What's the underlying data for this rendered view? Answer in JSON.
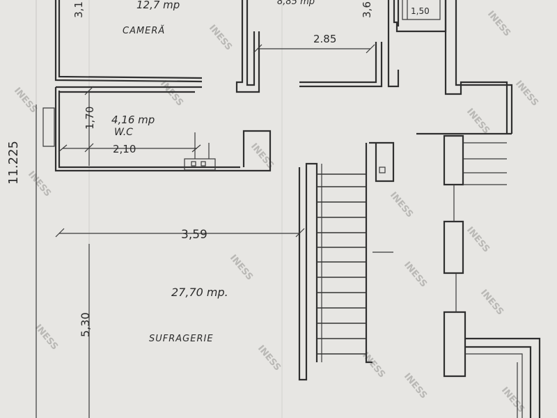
{
  "rooms": {
    "camera": {
      "area": "12,7 mp",
      "name": "CAMERĂ",
      "dim_partial": "3,1"
    },
    "top_room": {
      "area_partial": "8,85 mp",
      "dim_partial": "3,6",
      "dim_small": "1,50"
    },
    "wc": {
      "area": "4,16 mp",
      "name": "W.C",
      "width": "2,10",
      "height": "1,70"
    },
    "sufragerie": {
      "area": "27,70 mp.",
      "name": "SUFRAGERIE",
      "width": "3,59",
      "height": "5,30"
    }
  },
  "dimensions": {
    "overall_height": "11.225",
    "corridor_width": "2.85"
  },
  "watermark": "INESS",
  "colors": {
    "paper": "#e7e6e3",
    "ink": "#2f2f2f",
    "watermark": "#b9b8b5"
  }
}
